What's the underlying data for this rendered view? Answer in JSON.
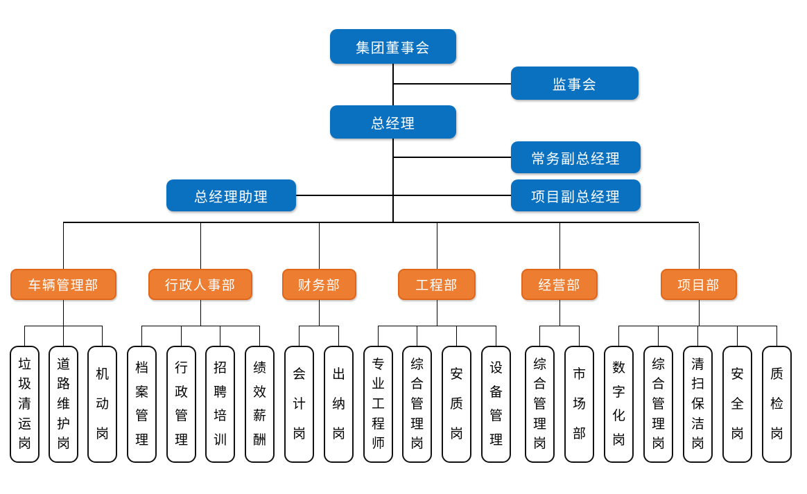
{
  "palette": {
    "executive_fill": "#0a70c0",
    "department_fill": "#ed7d31",
    "department_border": "#e0661a",
    "position_fill": "#ffffff",
    "position_border": "#111111",
    "connector": "#000000",
    "text_on_color": "#ffffff",
    "text_on_white": "#000000"
  },
  "org": {
    "board": "集团董事会",
    "supervisory": "监事会",
    "gm": "总经理",
    "exec_deputy_gm": "常务副总经理",
    "gm_assistant": "总经理助理",
    "project_deputy_gm": "项目副总经理",
    "departments": [
      {
        "label": "车辆管理部",
        "positions": [
          "垃圾清运岗",
          "道路维护岗",
          "机动岗"
        ]
      },
      {
        "label": "行政人事部",
        "positions": [
          "档案管理",
          "行政管理",
          "招聘培训",
          "绩效薪酬"
        ]
      },
      {
        "label": "财务部",
        "positions": [
          "会计岗",
          "出纳岗"
        ]
      },
      {
        "label": "工程部",
        "positions": [
          "专业工程师",
          "综合管理岗",
          "安质岗",
          "设备管理"
        ]
      },
      {
        "label": "经营部",
        "positions": [
          "综合管理岗",
          "市场部"
        ]
      },
      {
        "label": "项目部",
        "positions": [
          "数字化岗",
          "综合管理岗",
          "清扫保洁岗",
          "安全岗",
          "质检岗"
        ]
      }
    ]
  }
}
